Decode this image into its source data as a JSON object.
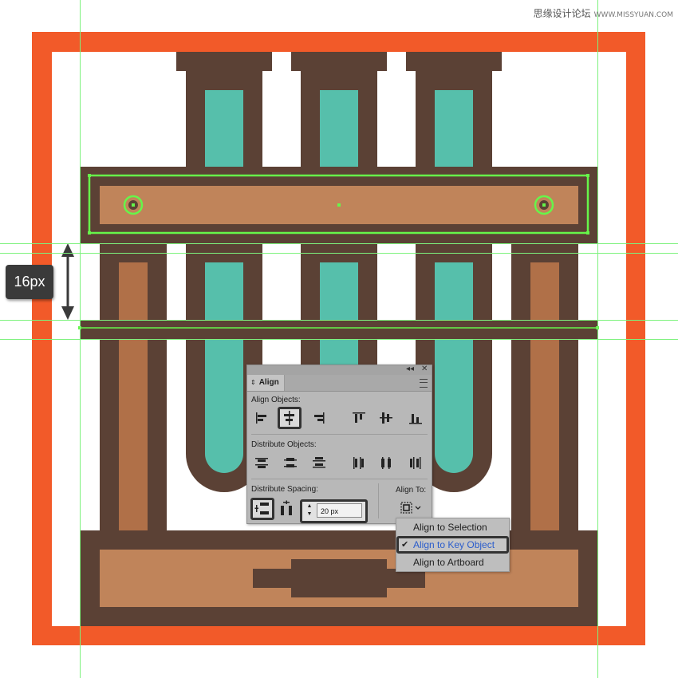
{
  "watermark": {
    "site_name": "思缘设计论坛",
    "url": "WWW.MISSYUAN.COM"
  },
  "measurement": {
    "label": "16px"
  },
  "colors": {
    "outer_frame": "#f25a29",
    "dark_brown": "#5b4135",
    "tan": "#c0845a",
    "rod_brown": "#b07048",
    "teal": "#56bfab",
    "guide_green": "#7df27d",
    "selection_green": "#66f54a"
  },
  "align_panel": {
    "panel_controls": {
      "collapse": "◂◂",
      "close": "✕"
    },
    "tab_label": "Align",
    "align_objects_label": "Align Objects:",
    "distribute_objects_label": "Distribute Objects:",
    "distribute_spacing_label": "Distribute Spacing:",
    "align_to_label": "Align To:",
    "spacing_value": "20 px",
    "align_buttons": [
      {
        "name": "horizontal-align-left",
        "icon": "align-left-icon",
        "selected": false
      },
      {
        "name": "horizontal-align-center",
        "icon": "align-center-h-icon",
        "selected": true
      },
      {
        "name": "horizontal-align-right",
        "icon": "align-right-icon",
        "selected": false
      },
      {
        "name": "vertical-align-top",
        "icon": "align-top-icon",
        "selected": false
      },
      {
        "name": "vertical-align-center",
        "icon": "align-center-v-icon",
        "selected": false
      },
      {
        "name": "vertical-align-bottom",
        "icon": "align-bottom-icon",
        "selected": false
      }
    ],
    "distribute_buttons": [
      {
        "name": "vertical-distribute-top",
        "icon": "distribute-top-icon"
      },
      {
        "name": "vertical-distribute-center",
        "icon": "distribute-center-v-icon"
      },
      {
        "name": "vertical-distribute-bottom",
        "icon": "distribute-bottom-icon"
      },
      {
        "name": "horizontal-distribute-left",
        "icon": "distribute-left-icon"
      },
      {
        "name": "horizontal-distribute-center",
        "icon": "distribute-center-h-icon"
      },
      {
        "name": "horizontal-distribute-right",
        "icon": "distribute-right-icon"
      }
    ]
  },
  "align_to_menu": {
    "items": [
      {
        "label": "Align to Selection",
        "checked": false
      },
      {
        "label": "Align to Key Object",
        "checked": true
      },
      {
        "label": "Align to Artboard",
        "checked": false
      }
    ]
  }
}
